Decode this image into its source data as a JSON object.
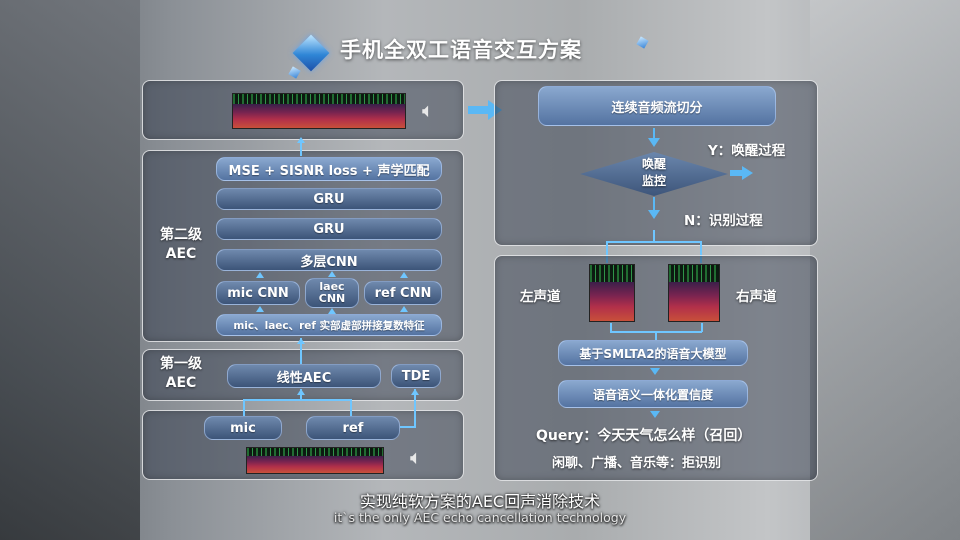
{
  "title": "手机全双工语音交互方案",
  "left": {
    "loss_label": "MSE + SISNR loss + 声学匹配",
    "gru1": "GRU",
    "gru2": "GRU",
    "multi_cnn": "多层CNN",
    "mic_cnn": "mic CNN",
    "laec_cnn": "laec\nCNN",
    "ref_cnn": "ref CNN",
    "features": "mic、laec、ref 实部虚部拼接复数特征",
    "stage2_label": "第二级\nAEC",
    "stage1_label": "第一级\nAEC",
    "linear_aec": "线性AEC",
    "tde": "TDE",
    "mic": "mic",
    "ref": "ref"
  },
  "right": {
    "stream_split": "连续音频流切分",
    "wake_monitor": "唤醒\n监控",
    "yes_branch": "Y：唤醒过程",
    "no_branch": "N：识别过程",
    "left_channel": "左声道",
    "right_channel": "右声道",
    "smlta2": "基于SMLTA2的语音大模型",
    "confidence": "语音语义一体化置信度",
    "query": "Query：今天天气怎么样（召回）",
    "reject": "闲聊、广播、音乐等：拒识别"
  },
  "subtitle": {
    "zh": "实现纯软方案的AEC回声消除技术",
    "en": "it`s the only AEC echo cancellation technology"
  },
  "colors": {
    "accent": "#5ab8f5",
    "pill": "#4d6690"
  },
  "icons": [
    "cube-logo-icon",
    "speaker-icon",
    "spectrogram-image",
    "arrow-icon"
  ]
}
